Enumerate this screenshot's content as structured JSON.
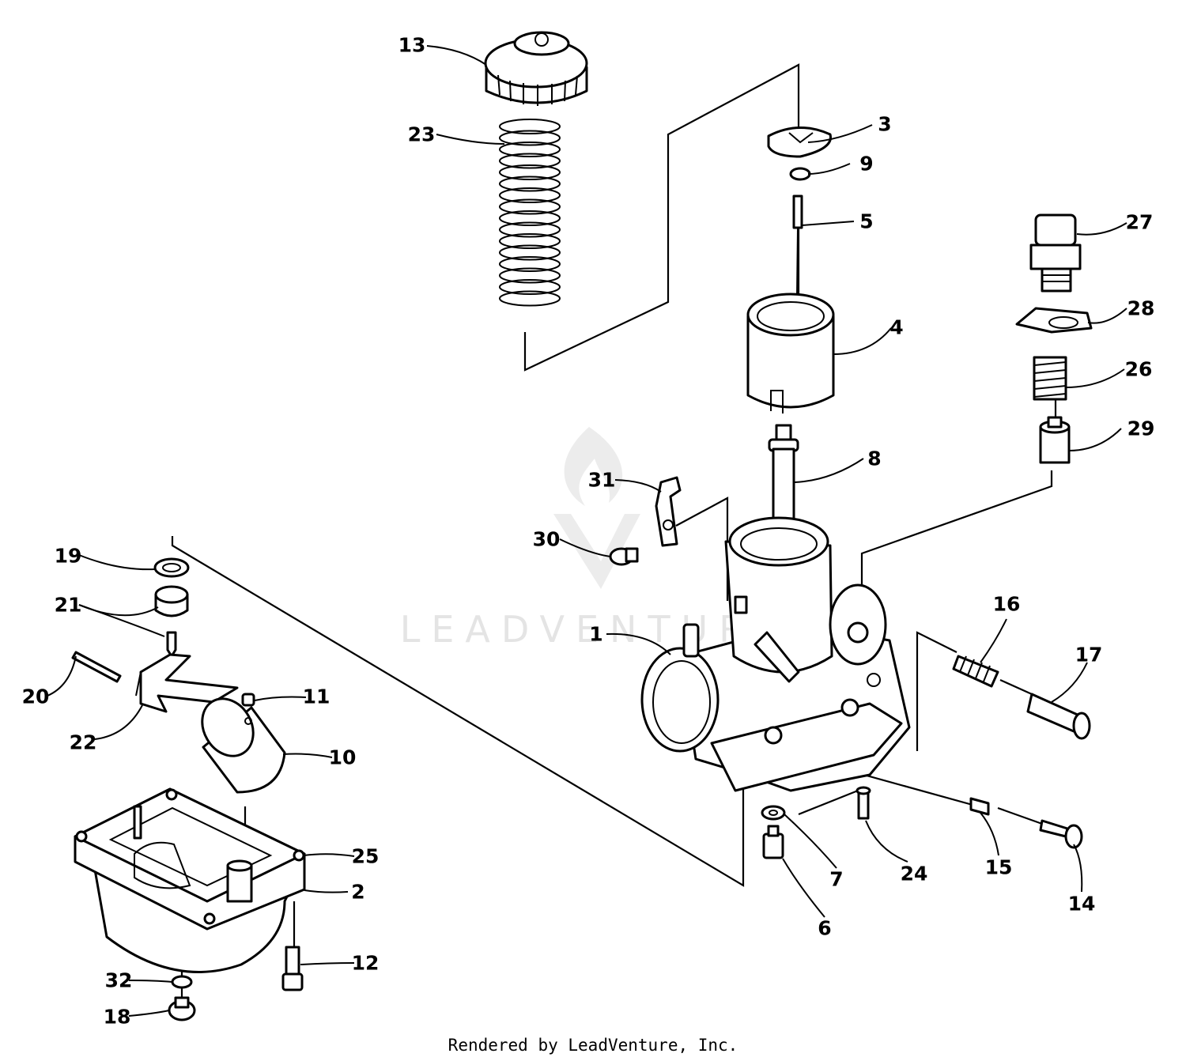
{
  "watermark": {
    "brand": "LEADVENTURE",
    "logo_icon": "leadventure-flame-icon"
  },
  "footer": {
    "text": "Rendered by LeadVenture, Inc."
  },
  "parts": [
    {
      "id": "p1",
      "number": "1"
    },
    {
      "id": "p2",
      "number": "2"
    },
    {
      "id": "p3",
      "number": "3"
    },
    {
      "id": "p4",
      "number": "4"
    },
    {
      "id": "p5",
      "number": "5"
    },
    {
      "id": "p6",
      "number": "6"
    },
    {
      "id": "p7",
      "number": "7"
    },
    {
      "id": "p8",
      "number": "8"
    },
    {
      "id": "p9",
      "number": "9"
    },
    {
      "id": "p10",
      "number": "10"
    },
    {
      "id": "p11",
      "number": "11"
    },
    {
      "id": "p12",
      "number": "12"
    },
    {
      "id": "p13",
      "number": "13"
    },
    {
      "id": "p14",
      "number": "14"
    },
    {
      "id": "p15",
      "number": "15"
    },
    {
      "id": "p16",
      "number": "16"
    },
    {
      "id": "p17",
      "number": "17"
    },
    {
      "id": "p18",
      "number": "18"
    },
    {
      "id": "p19",
      "number": "19"
    },
    {
      "id": "p20",
      "number": "20"
    },
    {
      "id": "p21",
      "number": "21"
    },
    {
      "id": "p22",
      "number": "22"
    },
    {
      "id": "p23",
      "number": "23"
    },
    {
      "id": "p24",
      "number": "24"
    },
    {
      "id": "p25",
      "number": "25"
    },
    {
      "id": "p26",
      "number": "26"
    },
    {
      "id": "p27",
      "number": "27"
    },
    {
      "id": "p28",
      "number": "28"
    },
    {
      "id": "p29",
      "number": "29"
    },
    {
      "id": "p30",
      "number": "30"
    },
    {
      "id": "p31",
      "number": "31"
    },
    {
      "id": "p32",
      "number": "32"
    }
  ]
}
